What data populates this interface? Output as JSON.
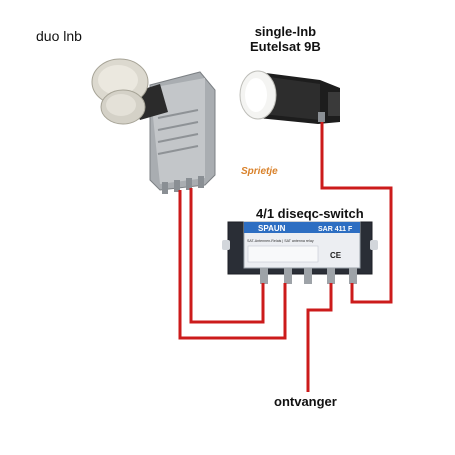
{
  "labels": {
    "duo_lnb": "duo lnb",
    "single_lnb_line1": "single-lnb",
    "single_lnb_line2": "Eutelsat 9B",
    "switch": "4/1 diseqc-switch",
    "receiver": "ontvanger",
    "credit": "Sprietje"
  },
  "switch_device": {
    "brand": "SPAUN",
    "model": "SAR 411 F",
    "subtitle": "SAT-Antennen-Relais | SAT antenna relay",
    "ce_mark": "CE"
  },
  "colors": {
    "cable": "#cc1b1b",
    "lnb_body": "#b9bcbf",
    "single_lnb_body": "#1b1b1b",
    "switch_body": "#2a2e36",
    "switch_label": "#2d6ec2"
  },
  "icons": [
    "duo-lnb-icon",
    "single-lnb-icon",
    "diseqc-switch-icon"
  ]
}
